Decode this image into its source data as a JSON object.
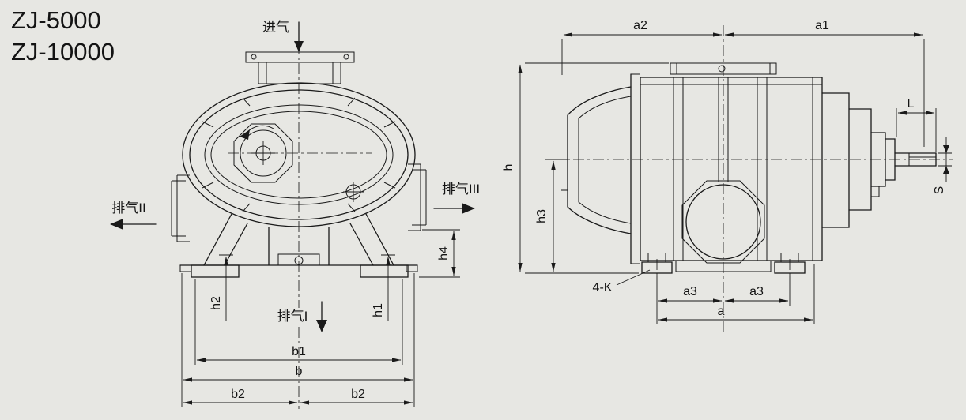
{
  "colors": {
    "background": "#e7e7e3",
    "line": "#1a1a1a"
  },
  "title": {
    "model1": "ZJ-5000",
    "model2": "ZJ-10000"
  },
  "front_view": {
    "ports": {
      "inlet": "进气",
      "exhaust_2": "排气II",
      "exhaust_3": "排气III",
      "exhaust_1": "排气I"
    },
    "dimensions": {
      "h2": "h2",
      "h1": "h1",
      "h4": "h4",
      "b1": "b1",
      "b": "b",
      "b2_left": "b2",
      "b2_right": "b2"
    }
  },
  "side_view": {
    "dimensions": {
      "a2": "a2",
      "a1": "a1",
      "h": "h",
      "h3": "h3",
      "L": "L",
      "S": "S",
      "bolt_holes": "4-K",
      "a3_left": "a3",
      "a3_right": "a3",
      "a": "a"
    }
  }
}
